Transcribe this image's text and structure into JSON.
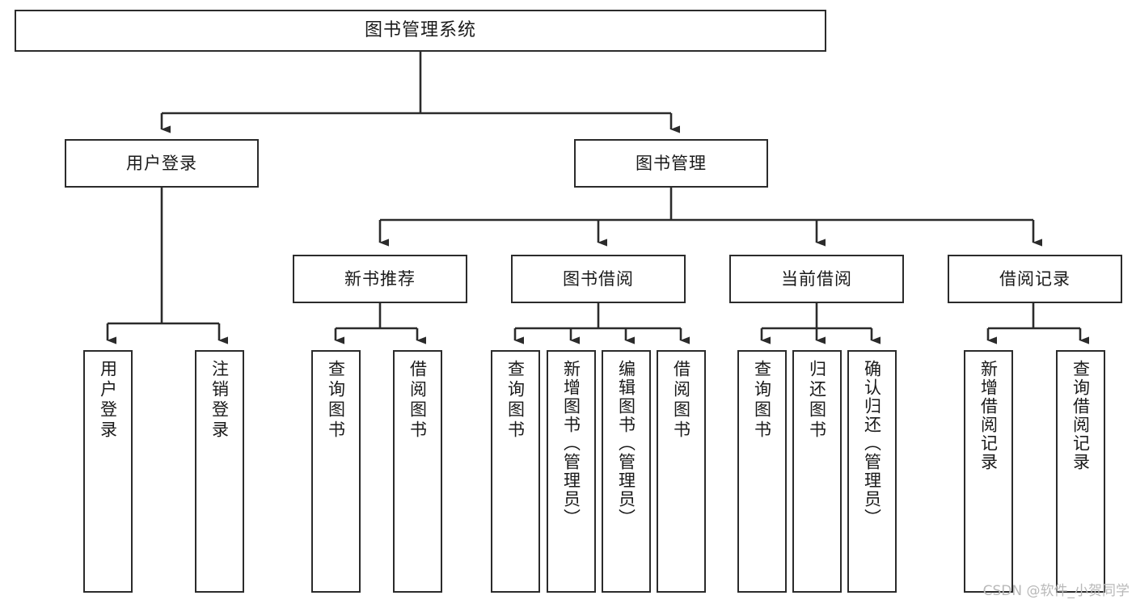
{
  "diagram": {
    "type": "tree-hierarchy",
    "title": "图书管理系统",
    "root": {
      "label": "图书管理系统"
    },
    "level1": [
      {
        "label": "用户登录"
      },
      {
        "label": "图书管理"
      }
    ],
    "level2": [
      {
        "label": "新书推荐"
      },
      {
        "label": "图书借阅"
      },
      {
        "label": "当前借阅"
      },
      {
        "label": "借阅记录"
      }
    ],
    "leaves": {
      "user_login": [
        {
          "label": "用户登录"
        },
        {
          "label": "注销登录"
        }
      ],
      "new_book_recommend": [
        {
          "label": "查询图书"
        },
        {
          "label": "借阅图书"
        }
      ],
      "book_borrow": [
        {
          "label": "查询图书"
        },
        {
          "label": "新增图书（管理员）"
        },
        {
          "label": "编辑图书（管理员）"
        },
        {
          "label": "借阅图书"
        }
      ],
      "current_borrow": [
        {
          "label": "查询图书"
        },
        {
          "label": "归还图书"
        },
        {
          "label": "确认归还（管理员）"
        }
      ],
      "borrow_record": [
        {
          "label": "新增借阅记录"
        },
        {
          "label": "查询借阅记录"
        }
      ]
    }
  },
  "watermark": {
    "text": "CSDN @软件_小贺同学"
  },
  "colors": {
    "stroke": "#2b2b2b",
    "box_fill": "#ffffff",
    "text": "#1a1a1a",
    "watermark": "#b9b9b9",
    "background": "#ffffff"
  }
}
